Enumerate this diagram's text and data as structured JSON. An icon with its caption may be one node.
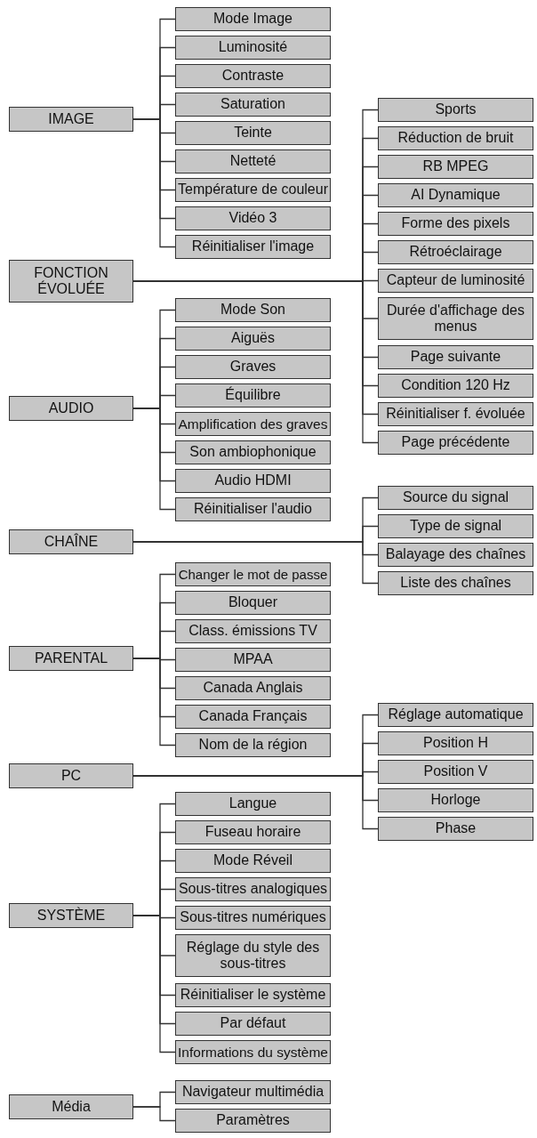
{
  "diagram": {
    "nodes": [
      {
        "text": [
          "IMAGE"
        ]
      },
      {
        "text": [
          "Mode Image"
        ]
      },
      {
        "text": [
          "Luminosité"
        ]
      },
      {
        "text": [
          "Contraste"
        ]
      },
      {
        "text": [
          "Saturation"
        ]
      },
      {
        "text": [
          "Teinte"
        ]
      },
      {
        "text": [
          "Netteté"
        ]
      },
      {
        "text": [
          "Température de couleur"
        ]
      },
      {
        "text": [
          "Vidéo 3"
        ]
      },
      {
        "text": [
          "Réinitialiser l'image"
        ]
      },
      {
        "text": [
          "FONCTION ÉVOLUÉE"
        ]
      },
      {
        "text": [
          "Sports"
        ]
      },
      {
        "text": [
          "Réduction de bruit"
        ]
      },
      {
        "text": [
          "RB MPEG"
        ]
      },
      {
        "text": [
          "AI Dynamique"
        ]
      },
      {
        "text": [
          "Forme des pixels"
        ]
      },
      {
        "text": [
          "Rétroéclairage"
        ]
      },
      {
        "text": [
          "Capteur de luminosité"
        ]
      },
      {
        "text": [
          "Durée d'affichage des menus"
        ]
      },
      {
        "text": [
          "Page suivante"
        ]
      },
      {
        "text": [
          "Condition 120 Hz"
        ]
      },
      {
        "text": [
          "Réinitialiser f. évoluée"
        ]
      },
      {
        "text": [
          "Page précédente"
        ]
      },
      {
        "text": [
          "AUDIO"
        ]
      },
      {
        "text": [
          "Mode Son"
        ]
      },
      {
        "text": [
          "Aiguës"
        ]
      },
      {
        "text": [
          "Graves"
        ]
      },
      {
        "text": [
          "Équilibre"
        ]
      },
      {
        "text": [
          "Amplification des graves"
        ]
      },
      {
        "text": [
          "Son ambiophonique"
        ]
      },
      {
        "text": [
          "Audio HDMI"
        ]
      },
      {
        "text": [
          "Réinitialiser l'audio"
        ]
      },
      {
        "text": [
          "CHAÎNE"
        ]
      },
      {
        "text": [
          "Source du signal"
        ]
      },
      {
        "text": [
          "Type de signal"
        ]
      },
      {
        "text": [
          "Balayage des chaînes"
        ]
      },
      {
        "text": [
          "Liste des chaînes"
        ]
      },
      {
        "text": [
          "PARENTAL"
        ]
      },
      {
        "text": [
          "Changer le mot de passe"
        ]
      },
      {
        "text": [
          "Bloquer"
        ]
      },
      {
        "text": [
          "Class. émissions TV"
        ]
      },
      {
        "text": [
          "MPAA"
        ]
      },
      {
        "text": [
          "Canada Anglais"
        ]
      },
      {
        "text": [
          "Canada Français"
        ]
      },
      {
        "text": [
          "Nom de la région"
        ]
      },
      {
        "text": [
          "PC"
        ]
      },
      {
        "text": [
          "Réglage automatique"
        ]
      },
      {
        "text": [
          "Position H"
        ]
      },
      {
        "text": [
          "Position V"
        ]
      },
      {
        "text": [
          "Horloge"
        ]
      },
      {
        "text": [
          "Phase"
        ]
      },
      {
        "text": [
          "SYSTÈME"
        ]
      },
      {
        "text": [
          "Langue"
        ]
      },
      {
        "text": [
          "Fuseau horaire"
        ]
      },
      {
        "text": [
          "Mode Réveil"
        ]
      },
      {
        "text": [
          "Sous-titres analogiques"
        ]
      },
      {
        "text": [
          "Sous-titres numériques"
        ]
      },
      {
        "text": [
          "Réglage du style des sous-titres"
        ]
      },
      {
        "text": [
          "Réinitialiser le système"
        ]
      },
      {
        "text": [
          "Par défaut"
        ]
      },
      {
        "text": [
          "Informations du système"
        ]
      },
      {
        "text": [
          "Média"
        ]
      },
      {
        "text": [
          "Navigateur multimédia"
        ]
      },
      {
        "text": [
          "Paramètres"
        ]
      }
    ],
    "edges": [
      {
        "from": 0,
        "to": 1,
        "arrow": "none"
      },
      {
        "from": 0,
        "to": 2,
        "arrow": "none"
      },
      {
        "from": 0,
        "to": 3,
        "arrow": "none"
      },
      {
        "from": 0,
        "to": 4,
        "arrow": "none"
      },
      {
        "from": 0,
        "to": 5,
        "arrow": "none"
      },
      {
        "from": 0,
        "to": 6,
        "arrow": "none"
      },
      {
        "from": 0,
        "to": 7,
        "arrow": "none"
      },
      {
        "from": 0,
        "to": 8,
        "arrow": "none"
      },
      {
        "from": 0,
        "to": 9,
        "arrow": "none"
      },
      {
        "from": 10,
        "to": 11,
        "arrow": "none"
      },
      {
        "from": 10,
        "to": 12,
        "arrow": "none"
      },
      {
        "from": 10,
        "to": 13,
        "arrow": "none"
      },
      {
        "from": 10,
        "to": 14,
        "arrow": "none"
      },
      {
        "from": 10,
        "to": 15,
        "arrow": "none"
      },
      {
        "from": 10,
        "to": 16,
        "arrow": "none"
      },
      {
        "from": 10,
        "to": 17,
        "arrow": "none"
      },
      {
        "from": 10,
        "to": 18,
        "arrow": "none"
      },
      {
        "from": 10,
        "to": 19,
        "arrow": "none"
      },
      {
        "from": 10,
        "to": 20,
        "arrow": "none"
      },
      {
        "from": 10,
        "to": 21,
        "arrow": "none"
      },
      {
        "from": 10,
        "to": 22,
        "arrow": "none"
      },
      {
        "from": 23,
        "to": 24,
        "arrow": "none"
      },
      {
        "from": 23,
        "to": 25,
        "arrow": "none"
      },
      {
        "from": 23,
        "to": 26,
        "arrow": "none"
      },
      {
        "from": 23,
        "to": 27,
        "arrow": "none"
      },
      {
        "from": 23,
        "to": 28,
        "arrow": "none"
      },
      {
        "from": 23,
        "to": 29,
        "arrow": "none"
      },
      {
        "from": 23,
        "to": 30,
        "arrow": "none"
      },
      {
        "from": 23,
        "to": 31,
        "arrow": "none"
      },
      {
        "from": 32,
        "to": 33,
        "arrow": "none"
      },
      {
        "from": 32,
        "to": 34,
        "arrow": "none"
      },
      {
        "from": 32,
        "to": 35,
        "arrow": "none"
      },
      {
        "from": 32,
        "to": 36,
        "arrow": "none"
      },
      {
        "from": 37,
        "to": 38,
        "arrow": "none"
      },
      {
        "from": 37,
        "to": 39,
        "arrow": "none"
      },
      {
        "from": 37,
        "to": 40,
        "arrow": "none"
      },
      {
        "from": 37,
        "to": 41,
        "arrow": "none"
      },
      {
        "from": 37,
        "to": 42,
        "arrow": "none"
      },
      {
        "from": 37,
        "to": 43,
        "arrow": "none"
      },
      {
        "from": 37,
        "to": 44,
        "arrow": "none"
      },
      {
        "from": 45,
        "to": 46,
        "arrow": "none"
      },
      {
        "from": 45,
        "to": 47,
        "arrow": "none"
      },
      {
        "from": 45,
        "to": 48,
        "arrow": "none"
      },
      {
        "from": 45,
        "to": 49,
        "arrow": "none"
      },
      {
        "from": 45,
        "to": 50,
        "arrow": "none"
      },
      {
        "from": 51,
        "to": 52,
        "arrow": "none"
      },
      {
        "from": 51,
        "to": 53,
        "arrow": "none"
      },
      {
        "from": 51,
        "to": 54,
        "arrow": "none"
      },
      {
        "from": 51,
        "to": 55,
        "arrow": "none"
      },
      {
        "from": 51,
        "to": 56,
        "arrow": "none"
      },
      {
        "from": 51,
        "to": 57,
        "arrow": "none"
      },
      {
        "from": 51,
        "to": 58,
        "arrow": "none"
      },
      {
        "from": 51,
        "to": 59,
        "arrow": "none"
      },
      {
        "from": 51,
        "to": 60,
        "arrow": "none"
      },
      {
        "from": 61,
        "to": 62,
        "arrow": "none"
      },
      {
        "from": 61,
        "to": 63,
        "arrow": "none"
      }
    ]
  }
}
